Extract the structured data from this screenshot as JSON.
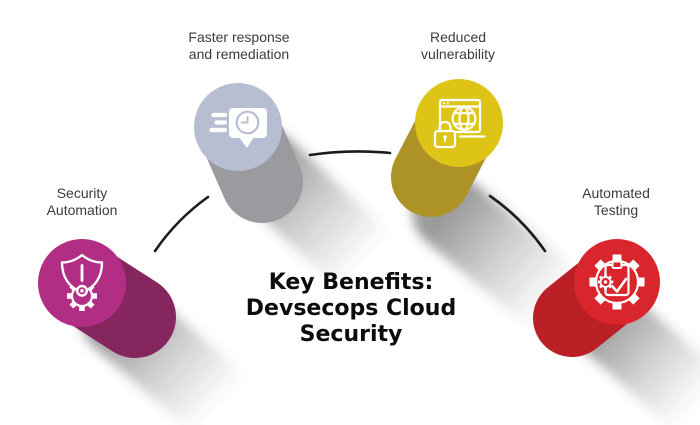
{
  "title": {
    "lines": [
      "Key Benefits:",
      "Devsecops Cloud",
      "Security"
    ]
  },
  "benefits": [
    {
      "name": "Security Automation",
      "label_lines": [
        "Security",
        "Automation"
      ],
      "icon": "shield-alert-gear-icon",
      "face_color": "#b22e85",
      "body_color": "#85265f"
    },
    {
      "name": "Faster response and remediation",
      "label_lines": [
        "Faster response",
        "and remediation"
      ],
      "icon": "chat-clock-icon",
      "face_color": "#b8bed2",
      "body_color": "#9b9b9f"
    },
    {
      "name": "Reduced vulnerability",
      "label_lines": [
        "Reduced",
        "vulnerability"
      ],
      "icon": "laptop-globe-lock-icon",
      "face_color": "#ddc417",
      "body_color": "#ad9226"
    },
    {
      "name": "Automated Testing",
      "label_lines": [
        "Automated",
        "Testing"
      ],
      "icon": "gear-clipboard-check-icon",
      "face_color": "#d9252c",
      "body_color": "#bb2027"
    }
  ]
}
